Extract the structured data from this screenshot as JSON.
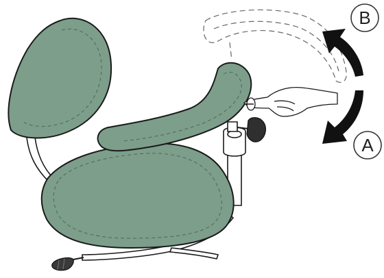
{
  "diagram": {
    "labels": {
      "up": "B",
      "down": "A"
    },
    "colors": {
      "cushion": "#7c9e8b",
      "cushion_shade": "#6f8f7c",
      "outline": "#1a1a1a",
      "arrow": "#111111",
      "background": "#ffffff"
    },
    "icons": {
      "rotate_up": "curved-arrow-up",
      "rotate_down": "curved-arrow-down",
      "hand": "hand-pressing-lever"
    }
  }
}
